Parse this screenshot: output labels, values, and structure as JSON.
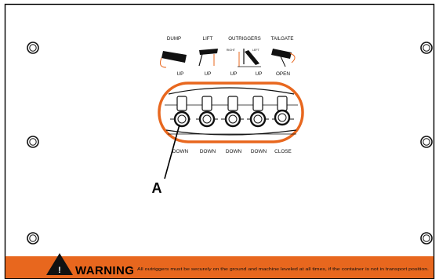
{
  "functions": [
    {
      "name": "DUMP",
      "up_label": "UP",
      "down_label": "DOWN"
    },
    {
      "name": "LIFT",
      "up_label": "UP",
      "down_label": "DOWN"
    },
    {
      "name": "OUTRIGGERS",
      "up_label": "UP",
      "down_label": "DOWN",
      "sides": [
        "RIGHT",
        "LEFT"
      ]
    },
    {
      "name": "",
      "up_label": "UP",
      "down_label": "DOWN"
    },
    {
      "name": "TAILGATE",
      "up_label": "OPEN",
      "down_label": "CLOSE"
    }
  ],
  "callout": {
    "label": "A"
  },
  "warning": {
    "title": "WARNING",
    "message": "All outriggers must be securely on the ground and machine leveled at all times, if the container is not in transport position."
  },
  "colors": {
    "accent_orange": "#E8671E",
    "panel_border": "#000000",
    "ink": "#111111"
  }
}
